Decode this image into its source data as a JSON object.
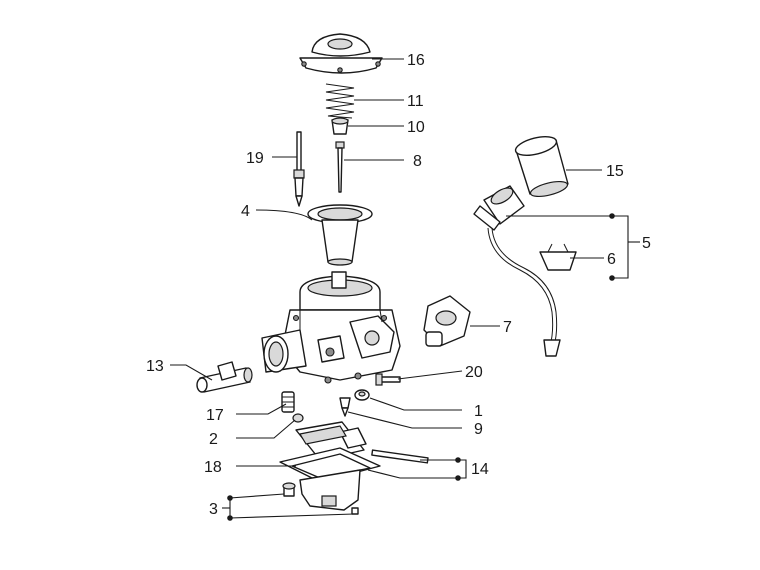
{
  "callouts": {
    "c1": "1",
    "c2": "2",
    "c3": "3",
    "c4": "4",
    "c5": "5",
    "c6": "6",
    "c7": "7",
    "c8": "8",
    "c9": "9",
    "c10": "10",
    "c11": "11",
    "c13": "13",
    "c14": "14",
    "c15": "15",
    "c16": "16",
    "c17": "17",
    "c18": "18",
    "c19": "19",
    "c20": "20"
  },
  "colors": {
    "line": "#1a1a1a",
    "fill": "#ffffff",
    "shade": "#d9d9d9"
  }
}
